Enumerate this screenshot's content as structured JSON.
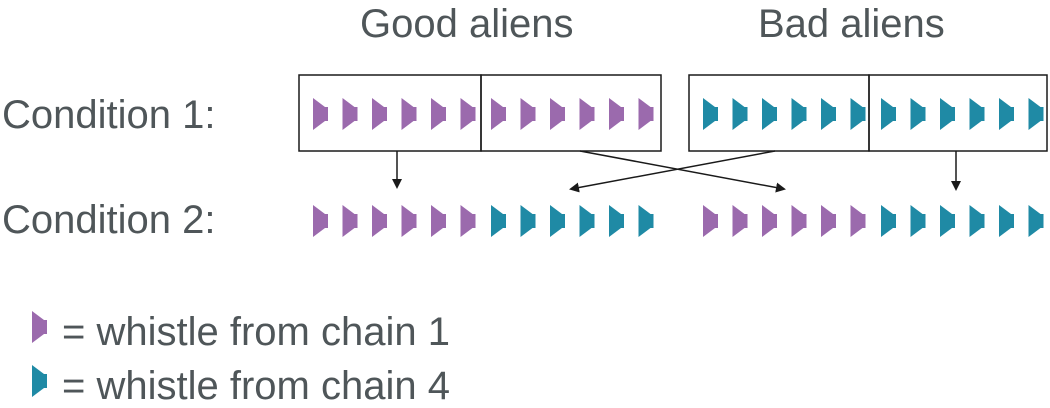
{
  "headers": {
    "good": "Good aliens",
    "bad": "Bad aliens"
  },
  "conditions": {
    "c1": "Condition 1:",
    "c2": "Condition 2:"
  },
  "legend": {
    "chain1": "= whistle from chain 1",
    "chain4": "= whistle from chain 4"
  },
  "colors": {
    "chain1": "#9b6aad",
    "chain4": "#1f8aa5",
    "line": "#1a1a1a",
    "text": "#4f5659"
  },
  "rows": {
    "condition1": [
      {
        "group": "good",
        "chains": [
          "chain1",
          "chain1",
          "chain1",
          "chain1",
          "chain1",
          "chain1",
          "chain1",
          "chain1",
          "chain1",
          "chain1",
          "chain1",
          "chain1"
        ]
      },
      {
        "group": "bad",
        "chains": [
          "chain4",
          "chain4",
          "chain4",
          "chain4",
          "chain4",
          "chain4",
          "chain4",
          "chain4",
          "chain4",
          "chain4",
          "chain4",
          "chain4"
        ]
      }
    ],
    "condition2": [
      {
        "group": "good",
        "chains": [
          "chain1",
          "chain1",
          "chain1",
          "chain1",
          "chain1",
          "chain1",
          "chain4",
          "chain4",
          "chain4",
          "chain4",
          "chain4",
          "chain4"
        ]
      },
      {
        "group": "bad",
        "chains": [
          "chain1",
          "chain1",
          "chain1",
          "chain1",
          "chain1",
          "chain1",
          "chain4",
          "chain4",
          "chain4",
          "chain4",
          "chain4",
          "chain4"
        ]
      }
    ]
  },
  "icon": "speaker-icon"
}
